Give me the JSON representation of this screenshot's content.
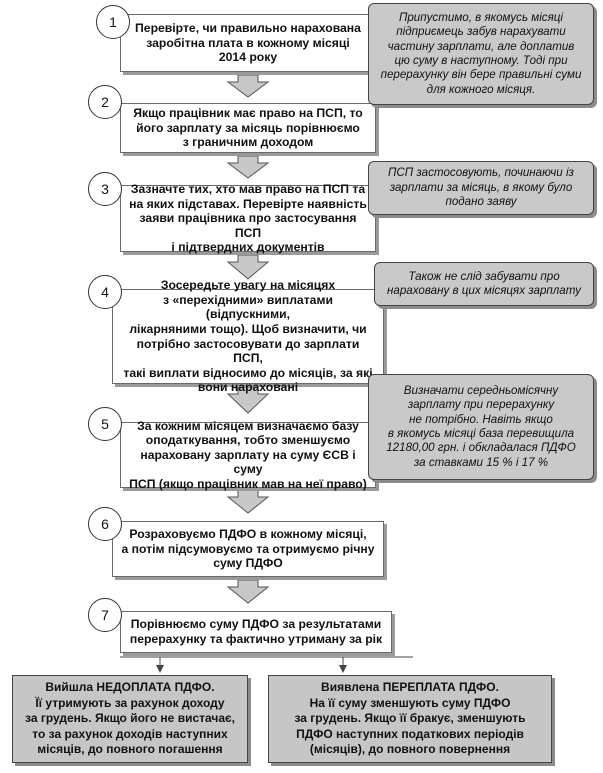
{
  "diagram": {
    "steps": [
      {
        "number": "1",
        "text": "Перевірте, чи правильно нарахована\nзаробітна плата в кожному місяці\n2014 року"
      },
      {
        "number": "2",
        "text": "Якщо працівник має право на ПСП, то\nйого зарплату за місяць порівнюємо\nз граничним доходом"
      },
      {
        "number": "3",
        "text": "Зазначте тих, хто мав право на ПСП та\nна яких підставах. Перевірте наявність\nзаяви працівника про застосування ПСП\nі підтвердних документів"
      },
      {
        "number": "4",
        "text": "Зосередьте увагу на місяцях\nз «перехідними» виплатами (відпускними,\nлікарняними тощо). Щоб визначити, чи\nпотрібно застосовувати до зарплати ПСП,\nтакі виплати відносимо до місяців, за які\nвони нараховані"
      },
      {
        "number": "5",
        "text": "За кожним місяцем визначаємо базу\nоподаткування, тобто зменшуємо\nнараховану зарплату на суму ЄСВ і суму\nПСП (якщо працівник мав на неї право)"
      },
      {
        "number": "6",
        "text": "Розраховуємо ПДФО в кожному місяці,\nа потім підсумовуємо та отримуємо річну\nсуму ПДФО"
      },
      {
        "number": "7",
        "text": "Порівнюємо суму ПДФО за результатами\nперерахунку та фактично утриману за рік"
      }
    ],
    "notes": [
      {
        "text": "Припустимо, в якомусь місяці\nпідприємець забув нарахувати\nчастину зарплати, але доплатив\nцю суму в наступному. Тоді при\nперерахунку він бере правильні суми\nдля кожного місяця."
      },
      {
        "text": "ПСП застосовують, починаючи із\nзарплати за місяць, в якому було\nподано заяву"
      },
      {
        "text": "Також не слід забувати про\nнараховану в цих місяцях зарплату"
      },
      {
        "text": "Визначати середньомісячну\nзарплату при перерахунку\nне потрібно. Навіть якщо\nв якомусь місяці база перевищила\n12180,00 грн. і обкладалася ПДФО\nза ставками 15 % і 17 %"
      }
    ],
    "results": [
      {
        "text": "Вийшла НЕДОПЛАТА ПДФО.\nЇї утримують за рахунок доходу\nза грудень. Якщо його не вистачає,\nто за рахунок доходів наступних\nмісяців, до повного погашення"
      },
      {
        "text": "Виявлена ПЕРЕПЛАТА ПДФО.\nНа її суму зменшують суму ПДФО\nза грудень. Якщо її бракує, зменшують\nПДФО наступних податкових періодів\n(місяців), до повного повернення"
      }
    ]
  }
}
